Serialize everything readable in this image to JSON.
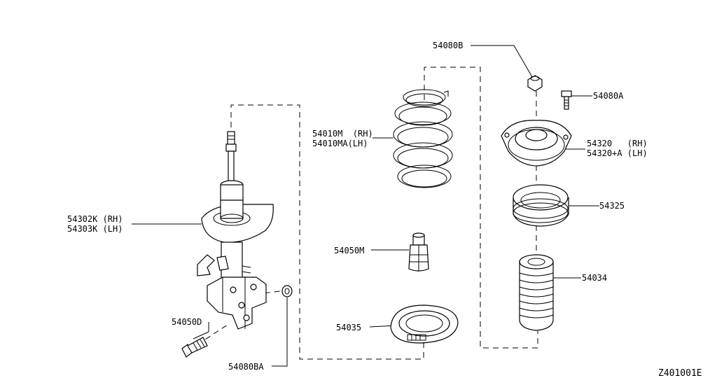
{
  "callouts": {
    "p54080B": "54080B",
    "p54080A": "54080A",
    "p54010_rh": "54010M  (RH)",
    "p54010_lh": "54010MA(LH)",
    "p54320_rh": "54320   (RH)",
    "p54320_lh": "54320+A (LH)",
    "p54325": "54325",
    "p54302_rh": "54302K (RH)",
    "p54303_lh": "54303K (LH)",
    "p54050M": "54050M",
    "p54034": "54034",
    "p54050D": "54050D",
    "p54035": "54035",
    "p54080BA": "54080BA"
  },
  "diagram_id": "Z401001E"
}
